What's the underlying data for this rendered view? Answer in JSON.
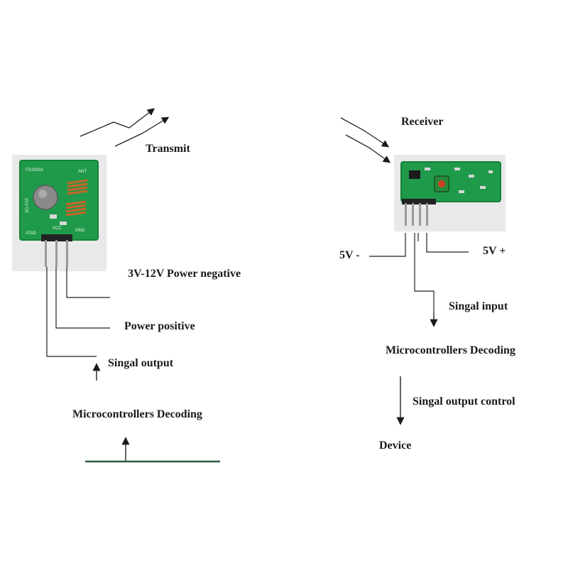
{
  "labels": {
    "transmit": "Transmit",
    "receiver": "Receiver",
    "tx_power_negative": "3V-12V Power negative",
    "tx_power_positive": "Power positive",
    "tx_signal_output": "Singal output",
    "tx_mcu_decoding": "Microcontrollers Decoding",
    "rx_5v_minus": "5V -",
    "rx_5v_plus": "5V +",
    "rx_signal_input": "Singal input",
    "rx_mcu_decoding": "Microcontrollers Decoding",
    "rx_signal_output_control": "Singal output control",
    "rx_device": "Device"
  },
  "tx_module": {
    "chip_label": "FS1000A",
    "ant_label": "ANT",
    "data_label": "ATAD",
    "vcc_label": "VCC",
    "gnd_label": "GND",
    "side_label": "XD-FST"
  },
  "colors": {
    "pcb_green": "#1f9a4a",
    "pcb_dark": "#17803b",
    "coil_copper": "#c8642a",
    "pin_metal": "#9a9a9a",
    "ground_line": "#2e5a3e"
  }
}
